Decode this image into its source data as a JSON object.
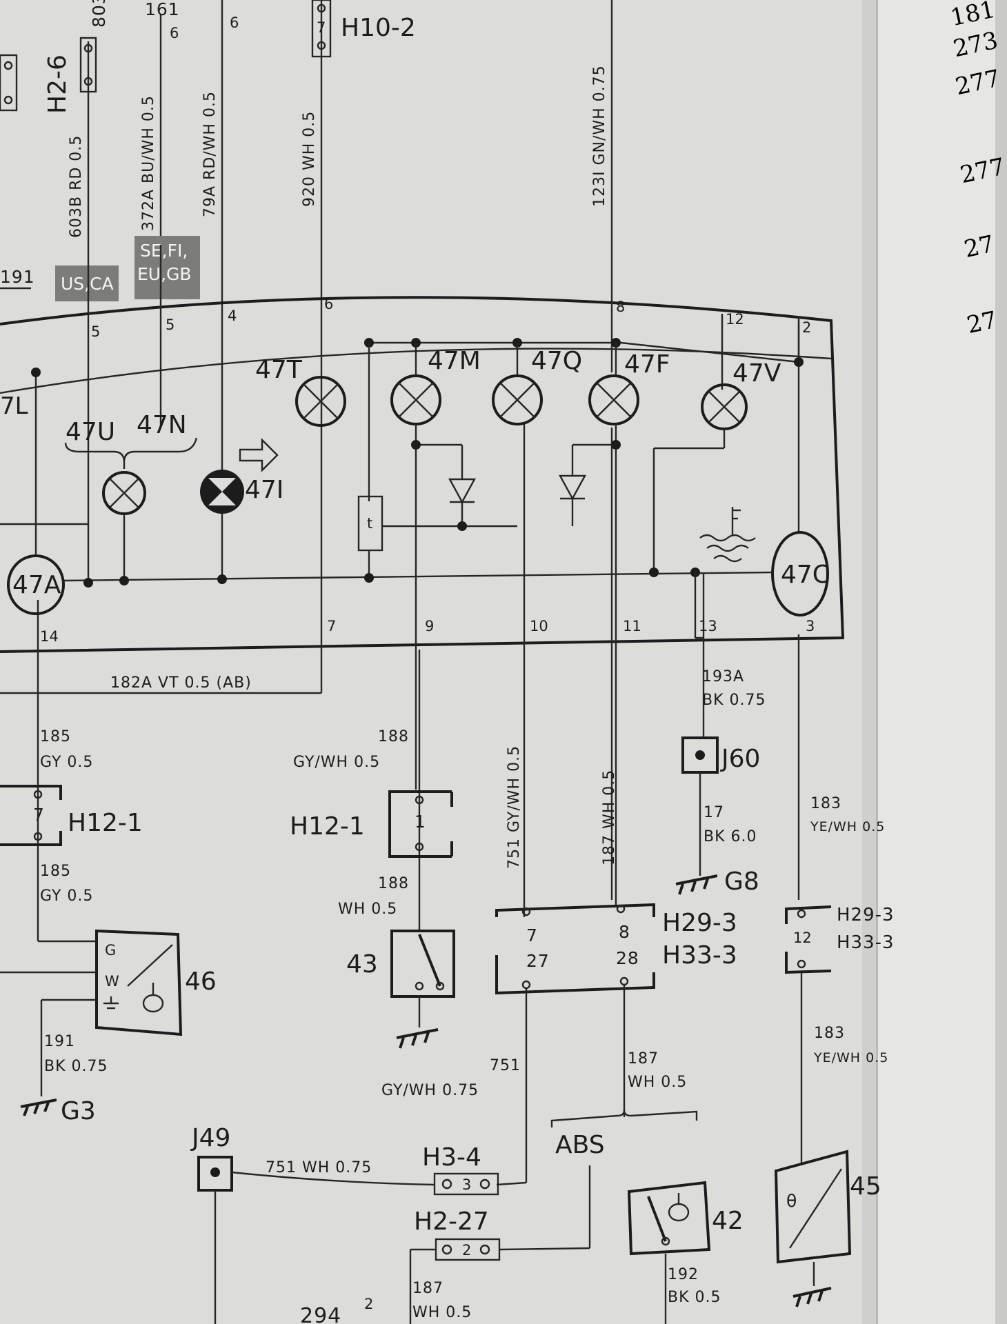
{
  "top_wires": {
    "w603b": "603B RD 0.5",
    "w372a": "372A BU/WH 0.5",
    "w79a": "79A RD/WH 0.5",
    "w920": "920 WH 0.5",
    "w123i": "123I GN/WH 0.75"
  },
  "top_connectors": {
    "h2_6": "H2-6",
    "h10_2": "H10-2",
    "h10_2_pin": "7"
  },
  "region_boxes": {
    "us_ca": "US,CA",
    "se_fi": "SE,FI,",
    "eu_gb": "EU,GB"
  },
  "misc_top": {
    "n161": "161",
    "n191": "191",
    "n6a": "6",
    "n6b": "6",
    "n7l": "7L"
  },
  "pins": {
    "p5a": "5",
    "p5b": "5",
    "p4": "4",
    "p6": "6",
    "p8": "8",
    "p12": "12",
    "p2": "2",
    "p14": "14",
    "p7": "7",
    "p9": "9",
    "p10": "10",
    "p11": "11",
    "p13": "13",
    "p3": "3"
  },
  "lamps": {
    "l47t": "47T",
    "l47m": "47M",
    "l47q": "47Q",
    "l47f": "47F",
    "l47v": "47V",
    "l47u": "47U",
    "l47n": "47N",
    "l47i": "47I",
    "l47a": "47A",
    "l47c": "47C",
    "timer": "t"
  },
  "lower_wires": {
    "w182a": "182A VT 0.5 (AB)",
    "w185_num": "185",
    "w185_spec": "GY 0.5",
    "w185b_num": "185",
    "w185b_spec": "GY 0.5",
    "w188_num": "188",
    "w188_spec": "GY/WH 0.5",
    "w188b_num": "188",
    "w188b_spec": "WH 0.5",
    "w751": "751 GY/WH 0.5",
    "w187": "187 WH 0.5",
    "w193a_num": "193A",
    "w193a_spec": "BK 0.75",
    "w17_num": "17",
    "w17_spec": "BK 6.0",
    "w183_num": "183",
    "w183_spec": "YE/WH 0.5",
    "w183b_num": "183",
    "w183b_spec": "YE/WH 0.5",
    "w191_num": "191",
    "w191_spec": "BK 0.75",
    "w751b_num": "751",
    "w751b_spec": "GY/WH 0.75",
    "w187b_num": "187",
    "w187b_spec": "WH 0.5",
    "w751c": "751 WH 0.75",
    "w192_num": "192",
    "w192_spec": "BK 0.5",
    "w187c_num": "187",
    "w187c_spec": "WH 0.5",
    "w294": "294",
    "w294_sup": "2"
  },
  "connectors": {
    "h12_1_left": "H12-1",
    "h12_1_left_pin": "7",
    "h12_1_mid": "H12-1",
    "h12_1_mid_pin": "1",
    "j60": "J60",
    "g8": "G8",
    "g3": "G3",
    "h29_3": "H29-3",
    "h33_3": "H33-3",
    "h29_3_pin_top_a": "7",
    "h29_3_pin_top_b": "8",
    "h33_3_pin_a": "27",
    "h33_3_pin_b": "28",
    "h29_3_r": "H29-3",
    "h33_3_r": "H33-3",
    "h29_3_r_pin": "12",
    "j49": "J49",
    "h3_4": "H3-4",
    "h3_4_pin": "3",
    "h2_27": "H2-27",
    "h2_27_pin": "2",
    "abs": "ABS"
  },
  "components": {
    "c46": "46",
    "c43": "43",
    "c42": "42",
    "c45": "45",
    "g_label": "G",
    "w_label": "W",
    "theta": "θ"
  },
  "right_page": {
    "r1": "181",
    "r2": "273",
    "r3": "277",
    "r4": "277",
    "r5": "27",
    "r6": "27"
  }
}
